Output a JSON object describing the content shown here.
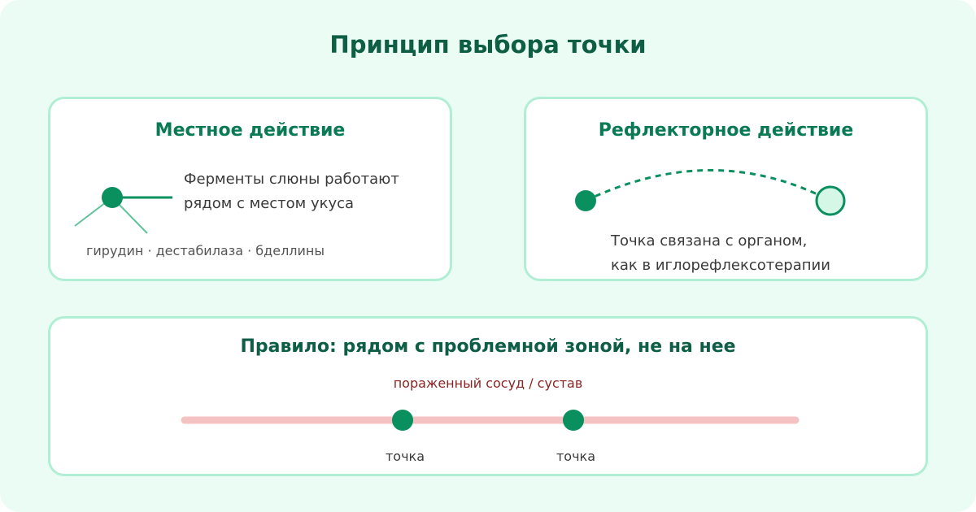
{
  "title": "Принцип выбора точки",
  "local": {
    "heading": "Местное действие",
    "line1": "Ферменты слюны работают",
    "line2": "рядом с местом укуса",
    "enzymes": "гирудин · дестабилаза · бделлины"
  },
  "reflex": {
    "heading": "Рефлекторное действие",
    "line1": "Точка связана с органом,",
    "line2": "как в иглорефлексотерапии"
  },
  "rule": {
    "heading": "Правило: рядом с проблемной зоной, не на нее",
    "vessel_label": "пораженный сосуд / сустав",
    "point_1": "точка",
    "point_2": "точка"
  },
  "colors": {
    "background": "#eafcf3",
    "card_border": "#b0efd3",
    "accent_green": "#0a8f5f",
    "dark_green": "#0d5e44",
    "vessel_pink": "#f4c2c2",
    "vessel_label_red": "#8b2323"
  }
}
